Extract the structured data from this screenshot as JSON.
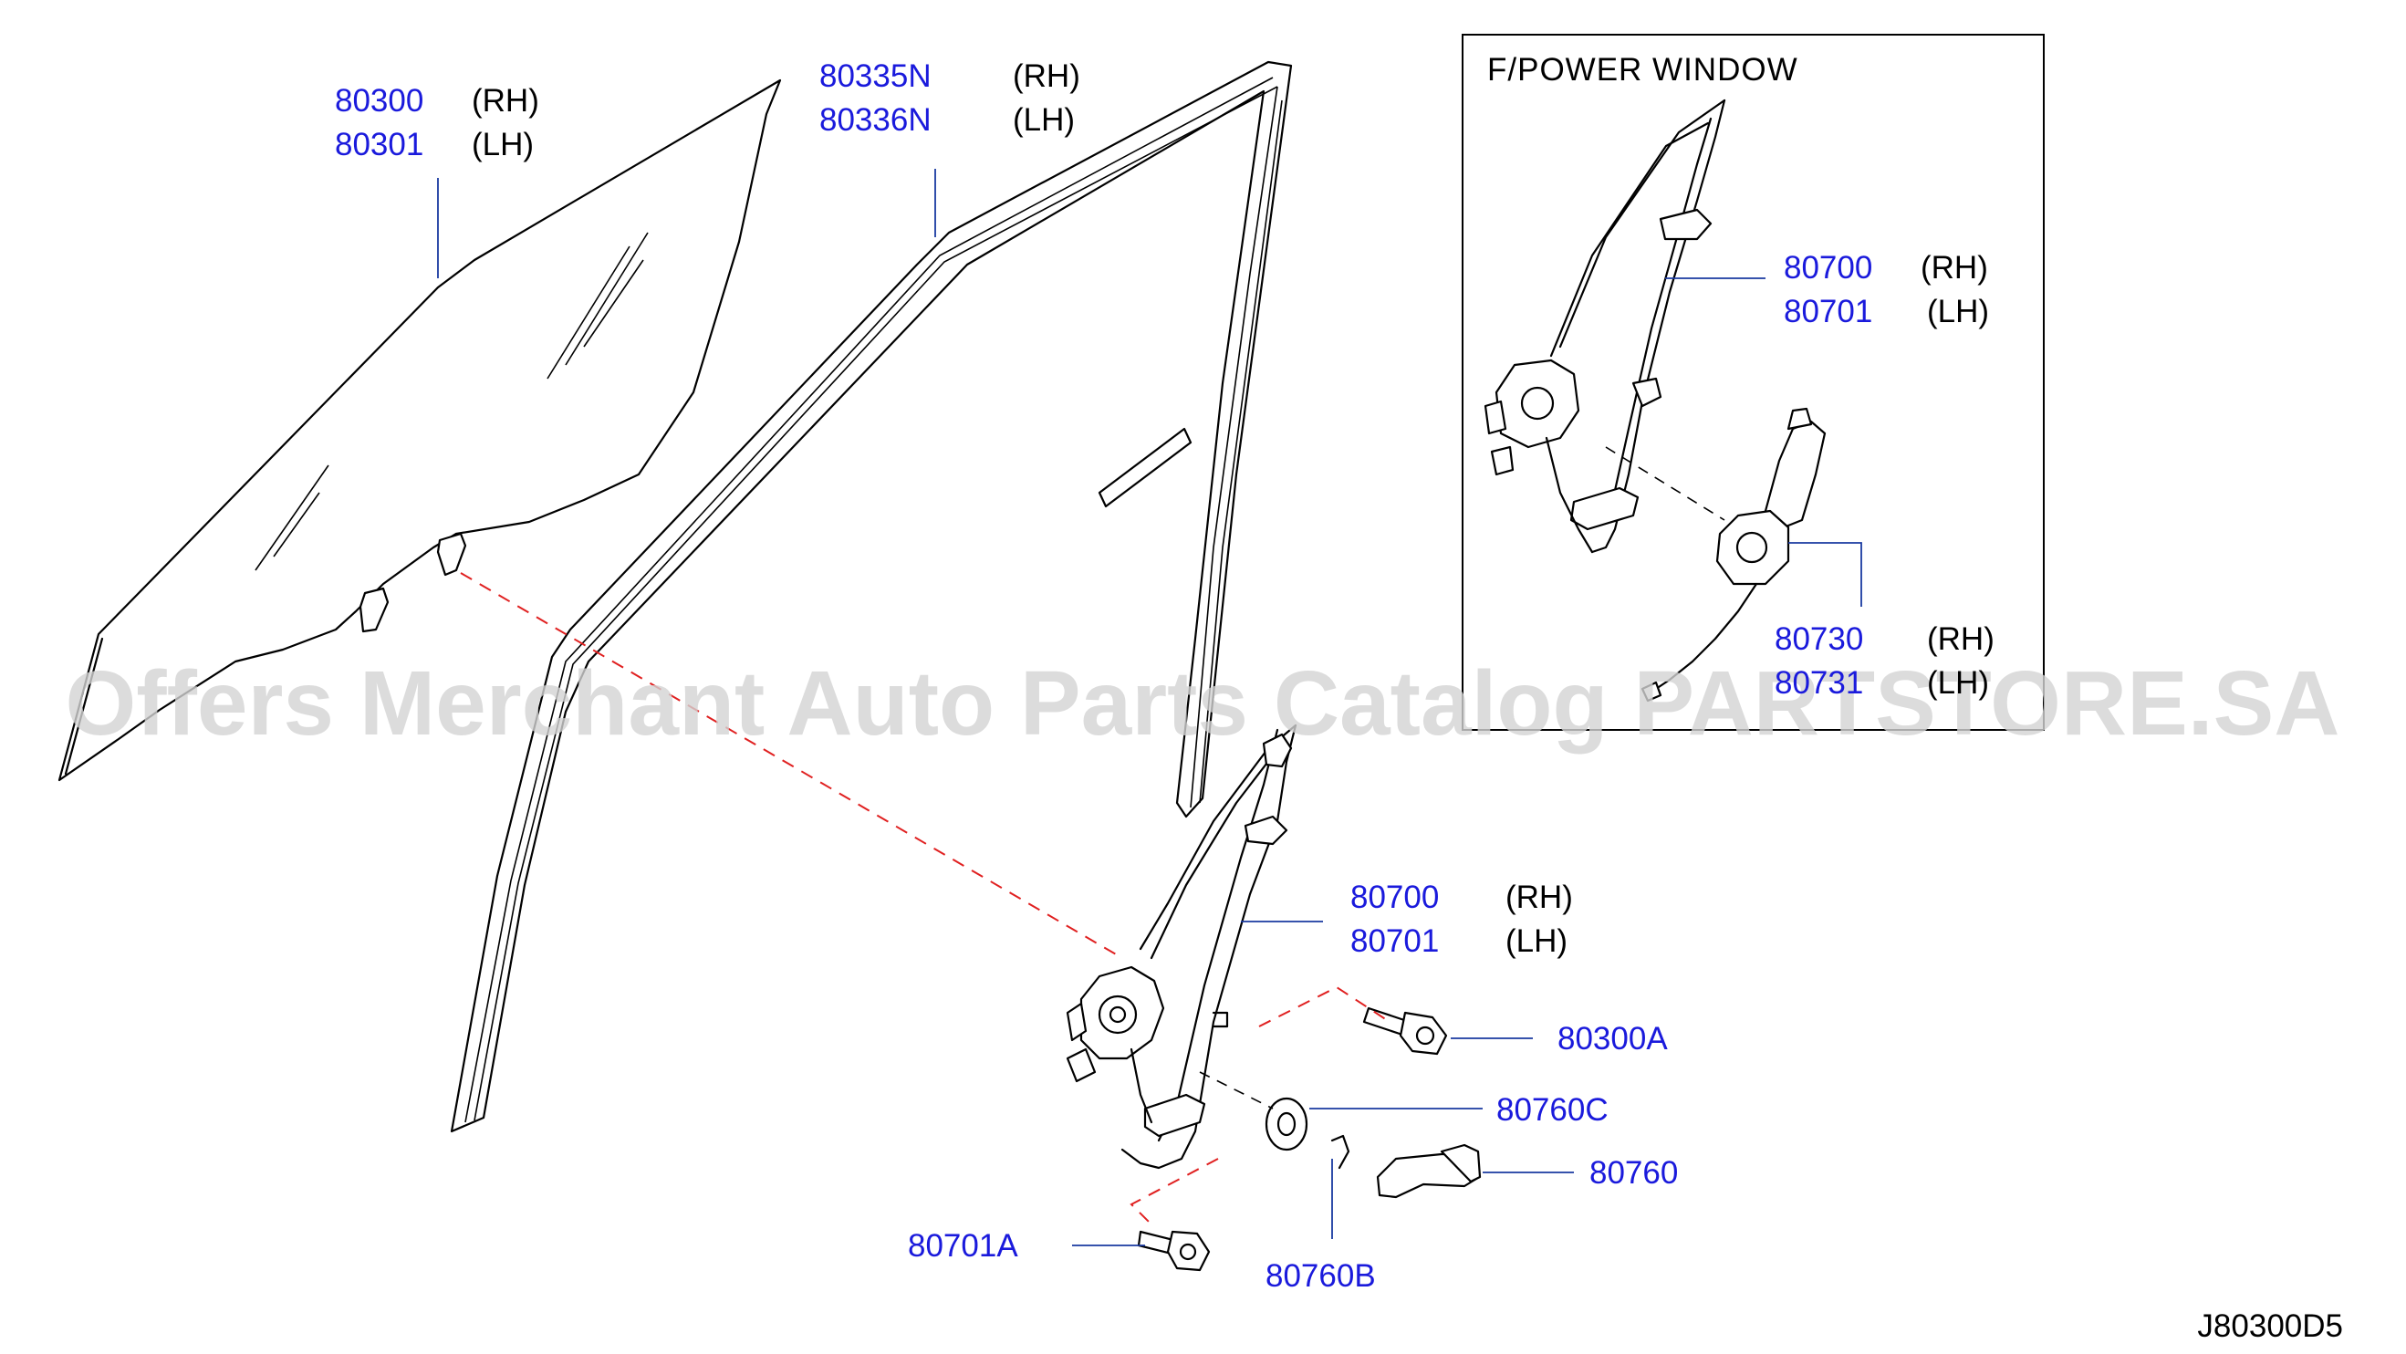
{
  "inset": {
    "title": "F/POWER  WINDOW"
  },
  "labels": {
    "glass_rh_no": "80300",
    "glass_rh": "(RH)",
    "glass_lh_no": "80301",
    "glass_lh": "(LH)",
    "sash_rh_no": "80335N",
    "sash_rh": "(RH)",
    "sash_lh_no": "80336N",
    "sash_lh": "(LH)",
    "reg_rh_no": "80700",
    "reg_rh": "(RH)",
    "reg_lh_no": "80701",
    "reg_lh": "(LH)",
    "bolt_a_no": "80300A",
    "washer_no": "80760C",
    "handle_no": "80760",
    "bolt_b_no": "80701A",
    "clip_no": "80760B",
    "inset_reg_rh_no": "80700",
    "inset_reg_rh": "(RH)",
    "inset_reg_lh_no": "80701",
    "inset_reg_lh": "(LH)",
    "motor_rh_no": "80730",
    "motor_rh": "(RH)",
    "motor_lh_no": "80731",
    "motor_lh": "(LH)"
  },
  "diagram_code": "J80300D5",
  "watermark": "Offers Merchant Auto Parts Catalog PARTSTORE.SA"
}
